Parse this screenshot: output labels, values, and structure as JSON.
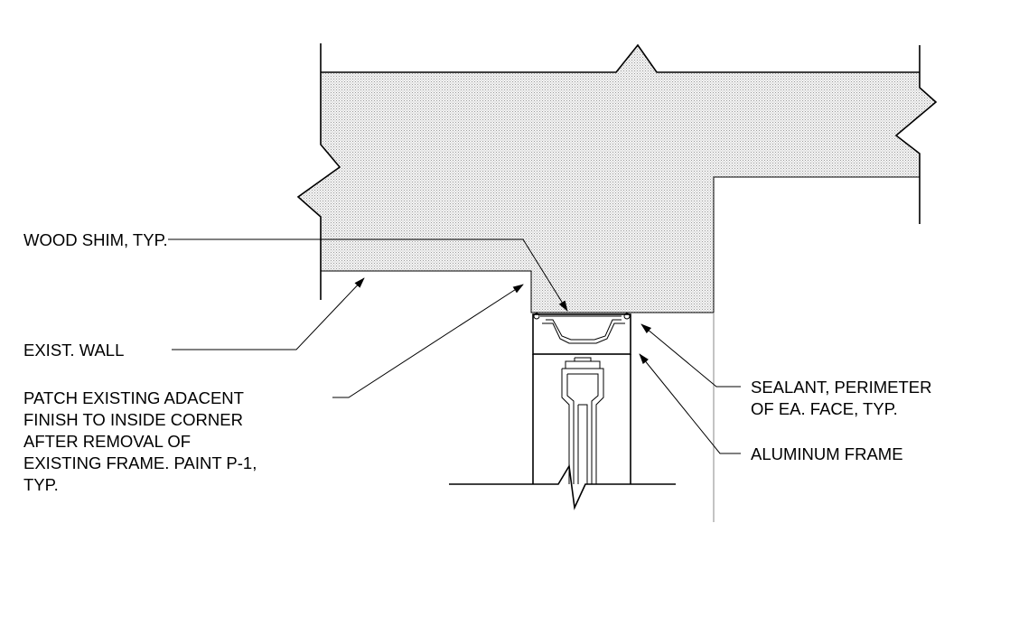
{
  "colors": {
    "ink": "#000000",
    "hatch_dot": "#9c9c9c",
    "hatch_bg": "#f4f4f4",
    "faint_line": "#8a8a8a"
  },
  "notes": {
    "wood_shim": [
      "WOOD SHIM, TYP."
    ],
    "exist_wall": [
      "EXIST. WALL"
    ],
    "patch": [
      "PATCH EXISTING ADACENT",
      "FINISH TO INSIDE CORNER",
      "AFTER REMOVAL OF",
      "EXISTING FRAME. PAINT P-1,",
      "TYP."
    ],
    "sealant": [
      "SEALANT, PERIMETER",
      "OF EA. FACE, TYP."
    ],
    "aluminum_frame": [
      "ALUMINUM FRAME"
    ]
  }
}
